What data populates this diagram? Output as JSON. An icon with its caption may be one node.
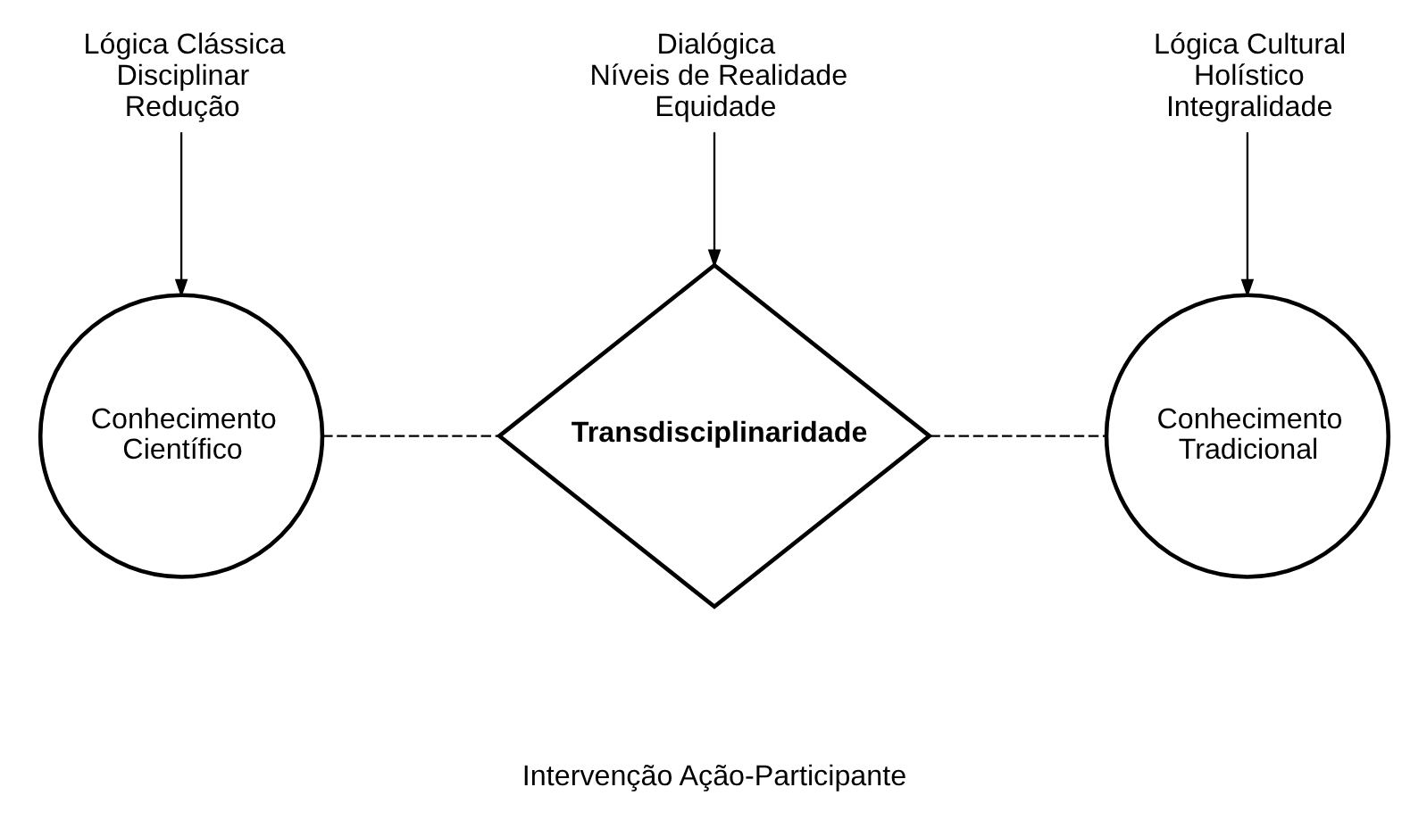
{
  "diagram": {
    "nodes": [
      {
        "text": [
          "Lógica Clássica",
          "Disciplinar",
          "Redução"
        ]
      },
      {
        "text": [
          "Dialógica",
          "Níveis de Realidade",
          "Equidade"
        ]
      },
      {
        "text": [
          "Lógica Cultural",
          "Holístico",
          "Integralidade"
        ]
      },
      {
        "text": [
          "Conhecimento Científico"
        ]
      },
      {
        "text": [
          "Transdisciplinaridade"
        ]
      },
      {
        "text": [
          "Conhecimento Tradicional"
        ]
      }
    ],
    "edges": [
      {
        "from": 0,
        "to": 3,
        "arrow": "to"
      },
      {
        "from": 1,
        "to": 4,
        "arrow": "to"
      },
      {
        "from": 2,
        "to": 5,
        "arrow": "to"
      },
      {
        "from": 3,
        "to": 4,
        "arrow": "none",
        "style": "dashed"
      },
      {
        "from": 4,
        "to": 5,
        "arrow": "none",
        "style": "dashed"
      }
    ],
    "labels": [
      "Intervenção Ação-Participante"
    ]
  }
}
